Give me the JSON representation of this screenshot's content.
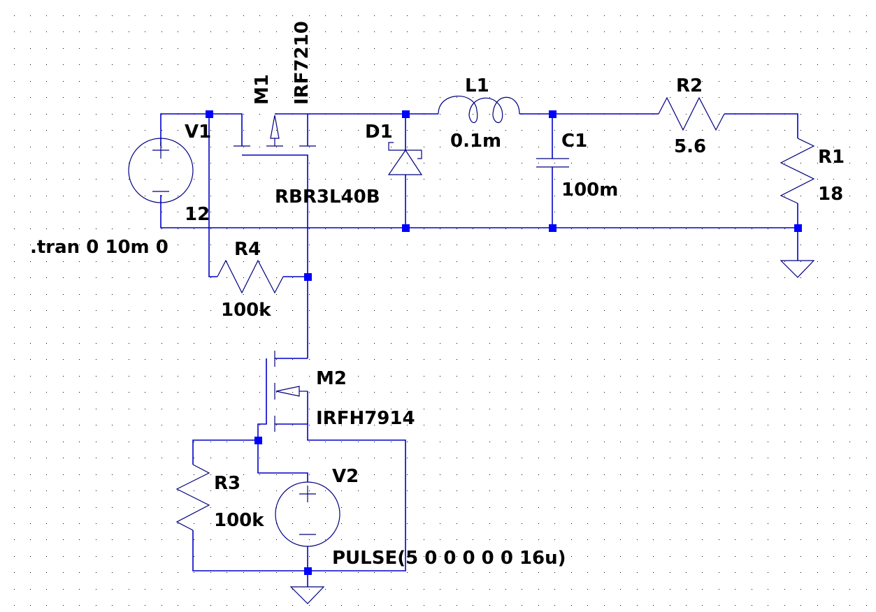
{
  "app": "LTspice schematic editor",
  "colors": {
    "background": "#ffffff",
    "wire": "#0000c8",
    "symbol": "#000080",
    "junction": "#0000ff",
    "text": "#000000"
  },
  "directive": ".tran 0 10m 0",
  "components": {
    "V1": {
      "name": "V1",
      "value": "12",
      "type": "voltage-source"
    },
    "M1": {
      "name": "M1",
      "value": "IRF7210",
      "type": "pmos"
    },
    "D1": {
      "name": "D1",
      "value": "RBR3L40B",
      "type": "schottky-diode"
    },
    "L1": {
      "name": "L1",
      "value": "0.1m",
      "type": "inductor"
    },
    "C1": {
      "name": "C1",
      "value": "100m",
      "type": "capacitor"
    },
    "R2": {
      "name": "R2",
      "value": "5.6",
      "type": "resistor"
    },
    "R1": {
      "name": "R1",
      "value": "18",
      "type": "resistor"
    },
    "R4": {
      "name": "R4",
      "value": "100k",
      "type": "resistor"
    },
    "M2": {
      "name": "M2",
      "value": "IRFH7914",
      "type": "nmos"
    },
    "R3": {
      "name": "R3",
      "value": "100k",
      "type": "resistor"
    },
    "V2": {
      "name": "V2",
      "value": "PULSE(5 0 0 0 0 0 16u)",
      "type": "voltage-source"
    }
  },
  "grounds": 2
}
